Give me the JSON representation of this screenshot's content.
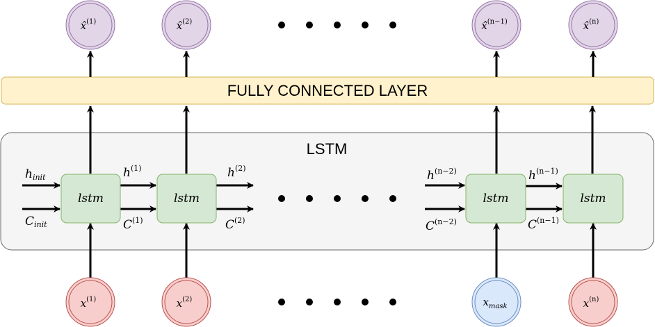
{
  "fc_layer": {
    "label": "FULLY CONNECTED LAYER",
    "fill": "#fff2cc",
    "stroke": "#d6b656"
  },
  "lstm_container": {
    "label": "LSTM",
    "fill": "#f5f5f5",
    "stroke": "#666666"
  },
  "lstm_cells": [
    {
      "label": "lstm"
    },
    {
      "label": "lstm"
    },
    {
      "label": "lstm"
    },
    {
      "label": "lstm"
    }
  ],
  "lstm_cell_colors": {
    "fill": "#d5e8d4",
    "stroke": "#82b366"
  },
  "outputs": [
    {
      "base": "x̂",
      "sup": "(1)"
    },
    {
      "base": "x̂",
      "sup": "(2)"
    },
    {
      "base": "x̂",
      "sup": "(n−1)"
    },
    {
      "base": "x̂",
      "sup": "(n)"
    }
  ],
  "output_colors": {
    "fill": "#e1d5e7",
    "stroke": "#9673a6"
  },
  "inputs": [
    {
      "base": "x",
      "sup": "(1)",
      "sub": ""
    },
    {
      "base": "x",
      "sup": "(2)",
      "sub": ""
    },
    {
      "base": "x",
      "sup": "",
      "sub": "mask"
    },
    {
      "base": "x",
      "sup": "(n)",
      "sub": ""
    }
  ],
  "input_colors": {
    "fill": "#f8cecc",
    "stroke": "#b85450",
    "mask_fill": "#dae8fc",
    "mask_stroke": "#6c8ebf"
  },
  "state_labels": {
    "h_init": {
      "base": "h",
      "sub": "init"
    },
    "c_init": {
      "base": "C",
      "sub": "init"
    },
    "h1": {
      "base": "h",
      "sup": "(1)"
    },
    "c1": {
      "base": "C",
      "sup": "(1)"
    },
    "h2": {
      "base": "h",
      "sup": "(2)"
    },
    "c2": {
      "base": "C",
      "sup": "(2)"
    },
    "hn2": {
      "base": "h",
      "sup": "(n−2)"
    },
    "cn2": {
      "base": "C",
      "sup": "(n−2)"
    },
    "hn1": {
      "base": "h",
      "sup": "(n−1)"
    },
    "cn1": {
      "base": "C",
      "sup": "(n−1)"
    }
  }
}
